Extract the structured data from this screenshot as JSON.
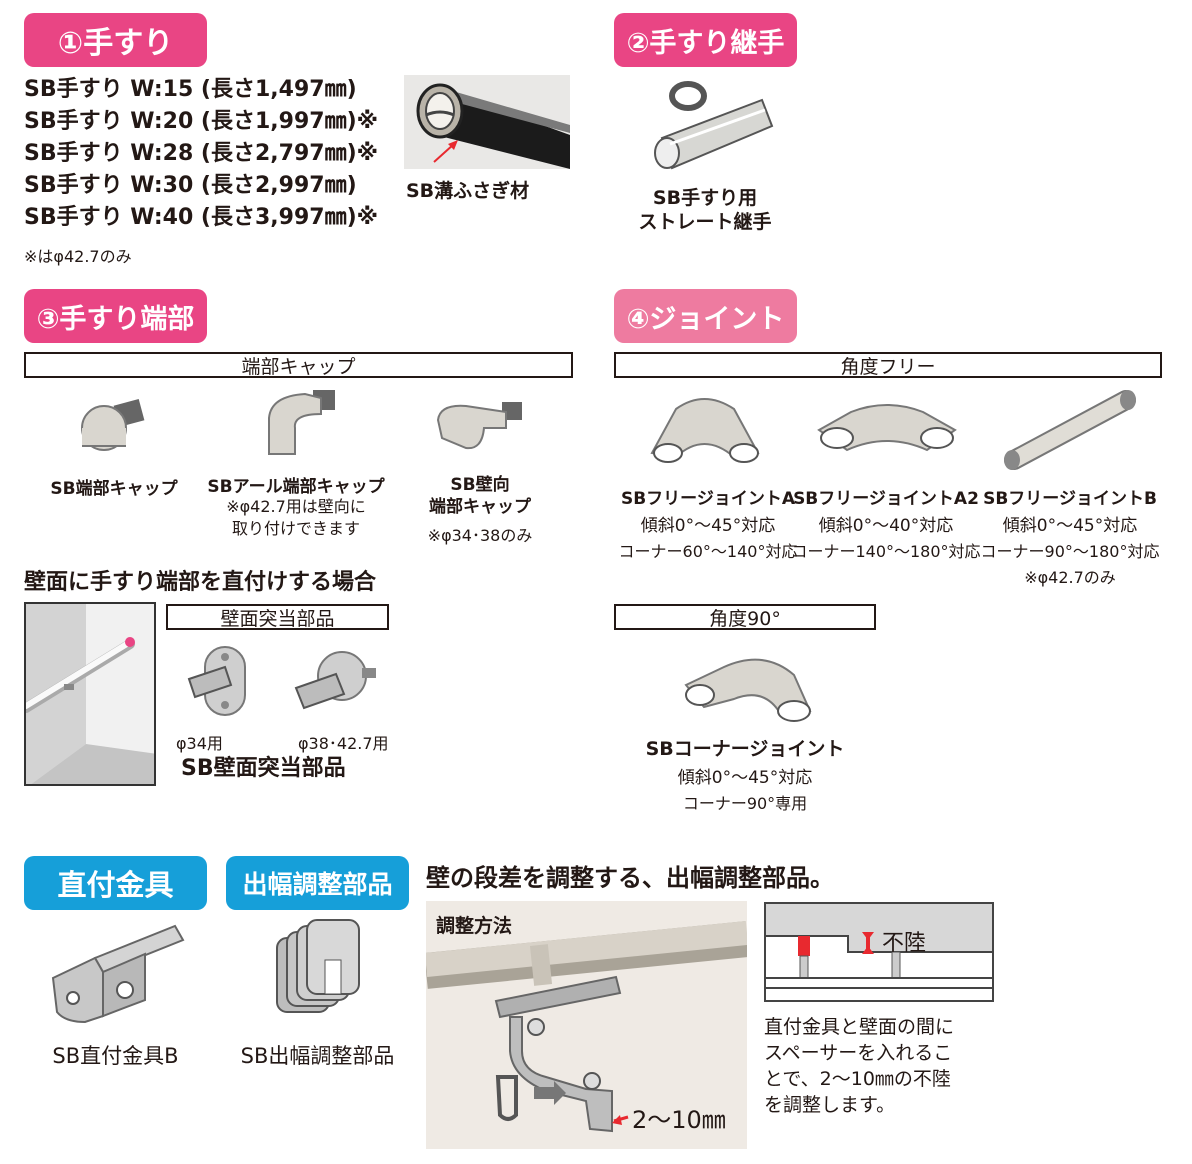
{
  "sections": {
    "s1": {
      "title": "①手すり"
    },
    "s2": {
      "title": "②手すり継手"
    },
    "s3": {
      "title": "③手すり端部"
    },
    "s4": {
      "title": "④ジョイント"
    }
  },
  "handrails": {
    "items": [
      "SB手すり W:15 (長さ1,497㎜)",
      "SB手すり W:20 (長さ1,997㎜)※",
      "SB手すり W:28 (長さ2,797㎜)※",
      "SB手すり W:30 (長さ2,997㎜)",
      "SB手すり W:40 (長さ3,997㎜)※"
    ],
    "note": "※はφ42.7のみ",
    "groove_caption": "SB溝ふさぎ材"
  },
  "joint_part": {
    "caption_line1": "SB手すり用",
    "caption_line2": "ストレート継手"
  },
  "end_caps": {
    "bar_label": "端部キャップ",
    "cap1": "SB端部キャップ",
    "cap2": "SBアール端部キャップ",
    "cap2_note1": "※φ42.7用は壁向に",
    "cap2_note2": "取り付けできます",
    "cap3_line1": "SB壁向",
    "cap3_line2": "端部キャップ",
    "cap3_note": "※φ34･38のみ"
  },
  "wall_direct": {
    "heading": "壁面に手すり端部を直付けする場合",
    "bar_label": "壁面突当部品",
    "part1_label": "φ34用",
    "part2_label": "φ38･42.7用",
    "caption": "SB壁面突当部品"
  },
  "joints": {
    "free_bar": "角度フリー",
    "jointA": {
      "name": "SBフリージョイントA",
      "spec1": "傾斜0°～45°対応",
      "spec2": "コーナー60°～140°対応"
    },
    "jointA2": {
      "name": "SBフリージョイントA2",
      "spec1": "傾斜0°～40°対応",
      "spec2": "コーナー140°～180°対応"
    },
    "jointB": {
      "name": "SBフリージョイントB",
      "spec1": "傾斜0°～45°対応",
      "spec2": "コーナー90°～180°対応",
      "note": "※φ42.7のみ"
    },
    "deg90_bar": "角度90°",
    "corner": {
      "name": "SBコーナージョイント",
      "spec1": "傾斜0°～45°対応",
      "spec2": "コーナー90°専用"
    }
  },
  "bottom": {
    "bracket_title": "直付金具",
    "bracket_caption": "SB直付金具B",
    "adjust_title": "出幅調整部品",
    "adjust_caption": "SB出幅調整部品",
    "headline": "壁の段差を調整する、出幅調整部品。",
    "method_label": "調整方法",
    "range_label": "2～10㎜",
    "diagram_label": "不陸",
    "description": [
      "直付金具と壁面の間に",
      "スペーサーを入れるこ",
      "とで、2～10㎜の不陸",
      "を調整します。"
    ]
  },
  "colors": {
    "pink": "#e94584",
    "pink_light": "#ee7ba0",
    "blue": "#169fd9",
    "red": "#e8292f",
    "text": "#231815"
  }
}
